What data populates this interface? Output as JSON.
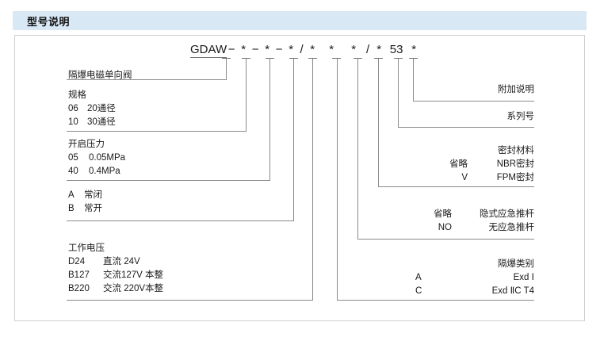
{
  "header": {
    "title": "型号说明",
    "bg_color": "#d9e8f5"
  },
  "model_code": {
    "prefix": "GDAW",
    "segments": [
      "−",
      "*",
      "−",
      "*",
      "−",
      "*",
      "/",
      "*",
      "*",
      "*",
      "/",
      "*",
      "53",
      "*"
    ],
    "full": "GDAW-*-*-*/* * */* 53 *"
  },
  "left_groups": [
    {
      "name": "product-name",
      "header": "隔爆电磁单向阀",
      "rows": []
    },
    {
      "name": "specification",
      "header": "规格",
      "rows": [
        {
          "code": "06",
          "desc": "20通径"
        },
        {
          "code": "10",
          "desc": "30通径"
        }
      ]
    },
    {
      "name": "cracking-pressure",
      "header": "开启压力",
      "rows": [
        {
          "code": "05",
          "desc": "0.05MPa"
        },
        {
          "code": "40",
          "desc": "0.4MPa"
        }
      ]
    },
    {
      "name": "valve-state",
      "header": "",
      "rows": [
        {
          "code": "A",
          "desc": "常闭"
        },
        {
          "code": "B",
          "desc": "常开"
        }
      ]
    },
    {
      "name": "working-voltage",
      "header": "工作电压",
      "rows": [
        {
          "code": "D24",
          "desc": "直流 24V"
        },
        {
          "code": "B127",
          "desc": "交流127V 本整"
        },
        {
          "code": "B220",
          "desc": "交流 220V本整"
        }
      ]
    }
  ],
  "right_groups": [
    {
      "name": "additional-description",
      "header": "附加说明",
      "rows": []
    },
    {
      "name": "series-number",
      "header": "系列号",
      "rows": []
    },
    {
      "name": "sealing-material",
      "header": "密封材料",
      "rows": [
        {
          "code": "省略",
          "desc": "NBR密封"
        },
        {
          "code": "V",
          "desc": "FPM密封"
        }
      ]
    },
    {
      "name": "emergency-push-rod",
      "header": "",
      "rows": [
        {
          "code": "省略",
          "desc": "隐式应急推杆"
        },
        {
          "code": "NO",
          "desc": "无应急推杆"
        }
      ]
    },
    {
      "name": "explosion-proof-class",
      "header": "隔爆类别",
      "rows": [
        {
          "code": "A",
          "desc": "Exd Ⅰ"
        },
        {
          "code": "C",
          "desc": "Exd ⅡC T4"
        }
      ]
    }
  ],
  "colors": {
    "line": "#8a8a8a",
    "frame_border": "#cfcfcf",
    "text": "#1a1a1a"
  }
}
